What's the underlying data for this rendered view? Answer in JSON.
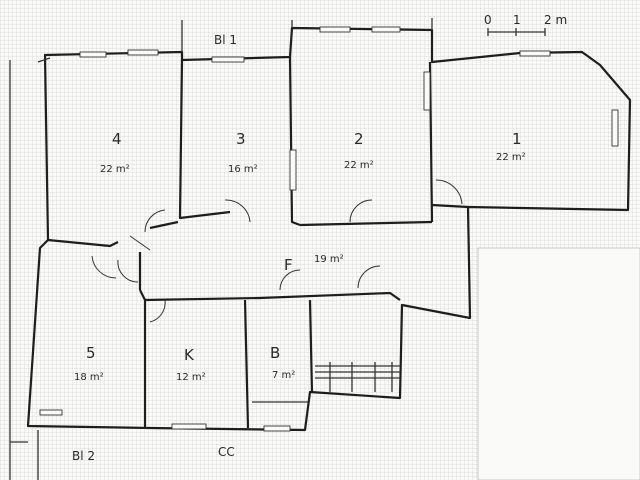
{
  "labels": {
    "bl1": "Bl 1",
    "bl2": "Bl 2",
    "cc": "CC"
  },
  "scale": {
    "t0": "0",
    "t1": "1",
    "t2": "2 m"
  },
  "rooms": [
    {
      "id": "4",
      "number": "4",
      "area": "22 m²"
    },
    {
      "id": "3",
      "number": "3",
      "area": "16 m²"
    },
    {
      "id": "2",
      "number": "2",
      "area": "22 m²"
    },
    {
      "id": "1",
      "number": "1",
      "area": "22 m²"
    },
    {
      "id": "F",
      "number": "F",
      "area": "19 m²"
    },
    {
      "id": "5",
      "number": "5",
      "area": "18 m²"
    },
    {
      "id": "K",
      "number": "K",
      "area": "12 m²"
    },
    {
      "id": "B",
      "number": "B",
      "area": "7 m²"
    }
  ],
  "colors": {
    "ink": "#1e1e1e",
    "grid": "#b9b9b9",
    "paper": "#fafaf8"
  }
}
